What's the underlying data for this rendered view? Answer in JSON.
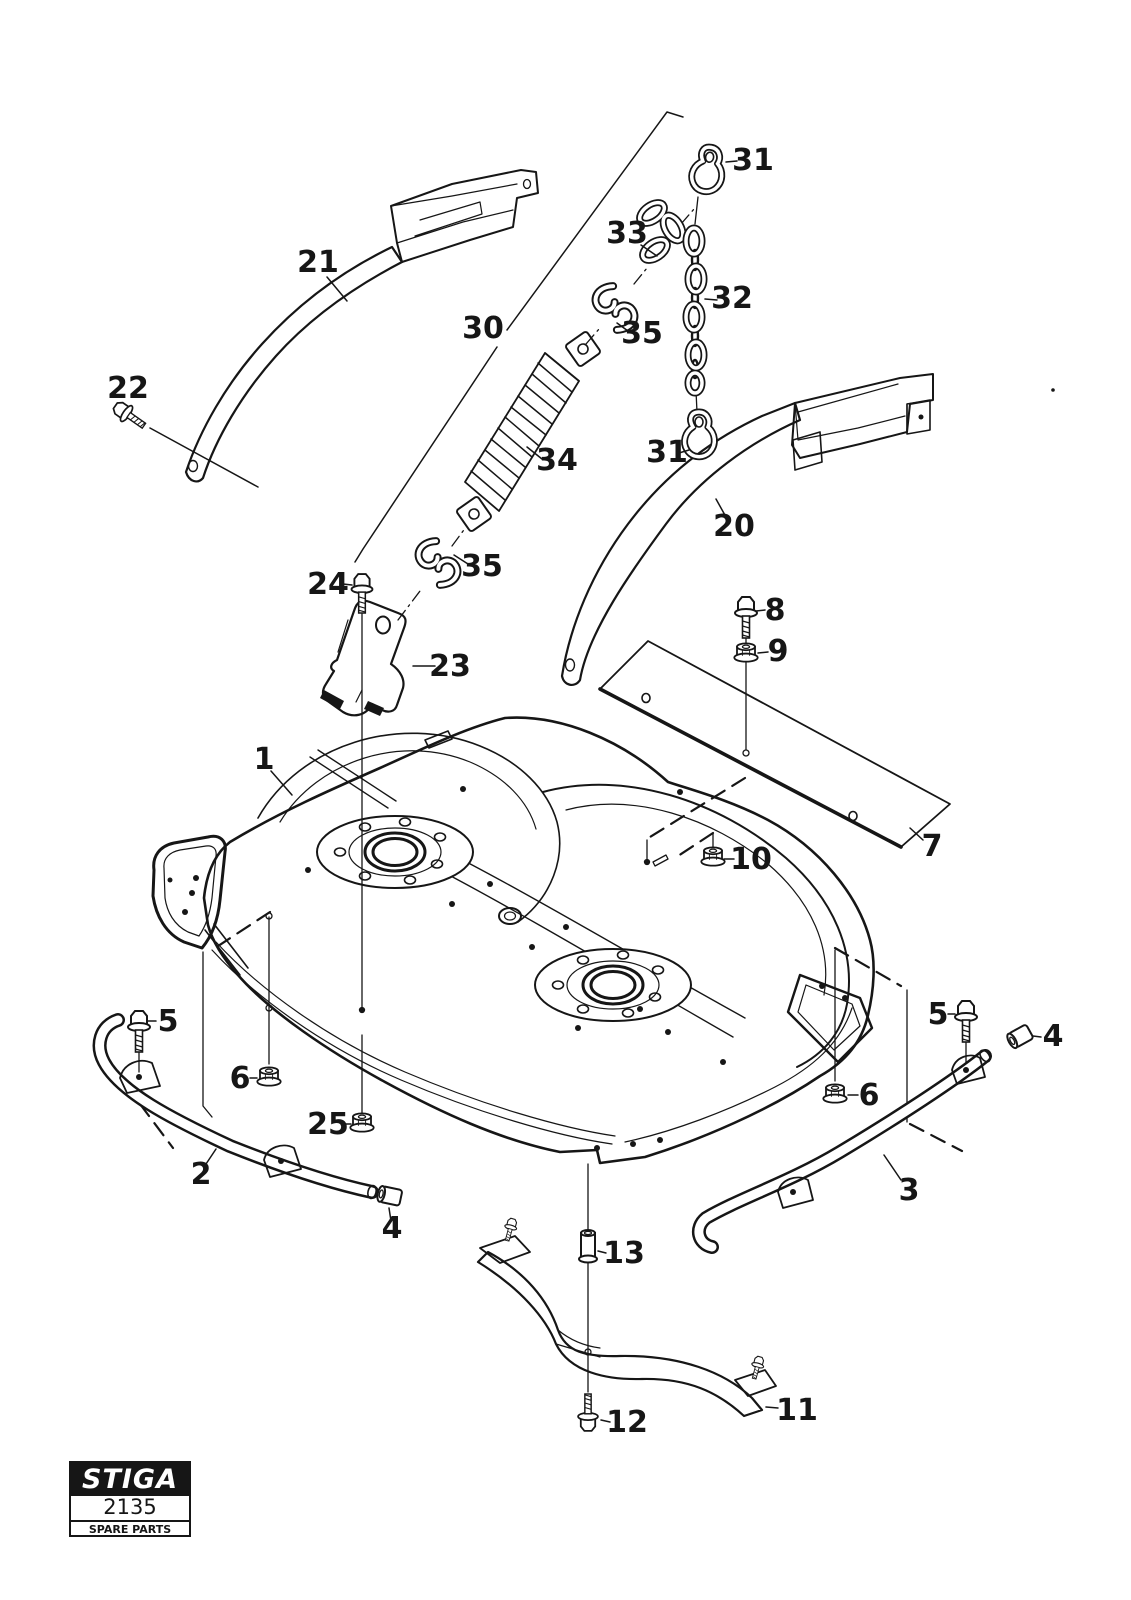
{
  "diagram": {
    "kind": "exploded spare-parts line drawing",
    "subject": "mower cutting deck assembly"
  },
  "callouts": [
    {
      "num": "21"
    },
    {
      "num": "22"
    },
    {
      "num": "30"
    },
    {
      "num": "33"
    },
    {
      "num": "31"
    },
    {
      "num": "32"
    },
    {
      "num": "35"
    },
    {
      "num": "34"
    },
    {
      "num": "31"
    },
    {
      "num": "20"
    },
    {
      "num": "35"
    },
    {
      "num": "24"
    },
    {
      "num": "23"
    },
    {
      "num": "8"
    },
    {
      "num": "9"
    },
    {
      "num": "7"
    },
    {
      "num": "10"
    },
    {
      "num": "1"
    },
    {
      "num": "5"
    },
    {
      "num": "6"
    },
    {
      "num": "25"
    },
    {
      "num": "2"
    },
    {
      "num": "4"
    },
    {
      "num": "5"
    },
    {
      "num": "4"
    },
    {
      "num": "6"
    },
    {
      "num": "3"
    },
    {
      "num": "13"
    },
    {
      "num": "11"
    },
    {
      "num": "12"
    }
  ],
  "logo": {
    "brand": "STIGA",
    "model": "2135",
    "caption": "SPARE PARTS"
  },
  "colors": {
    "ink": "#161616",
    "paper": "#ffffff"
  }
}
